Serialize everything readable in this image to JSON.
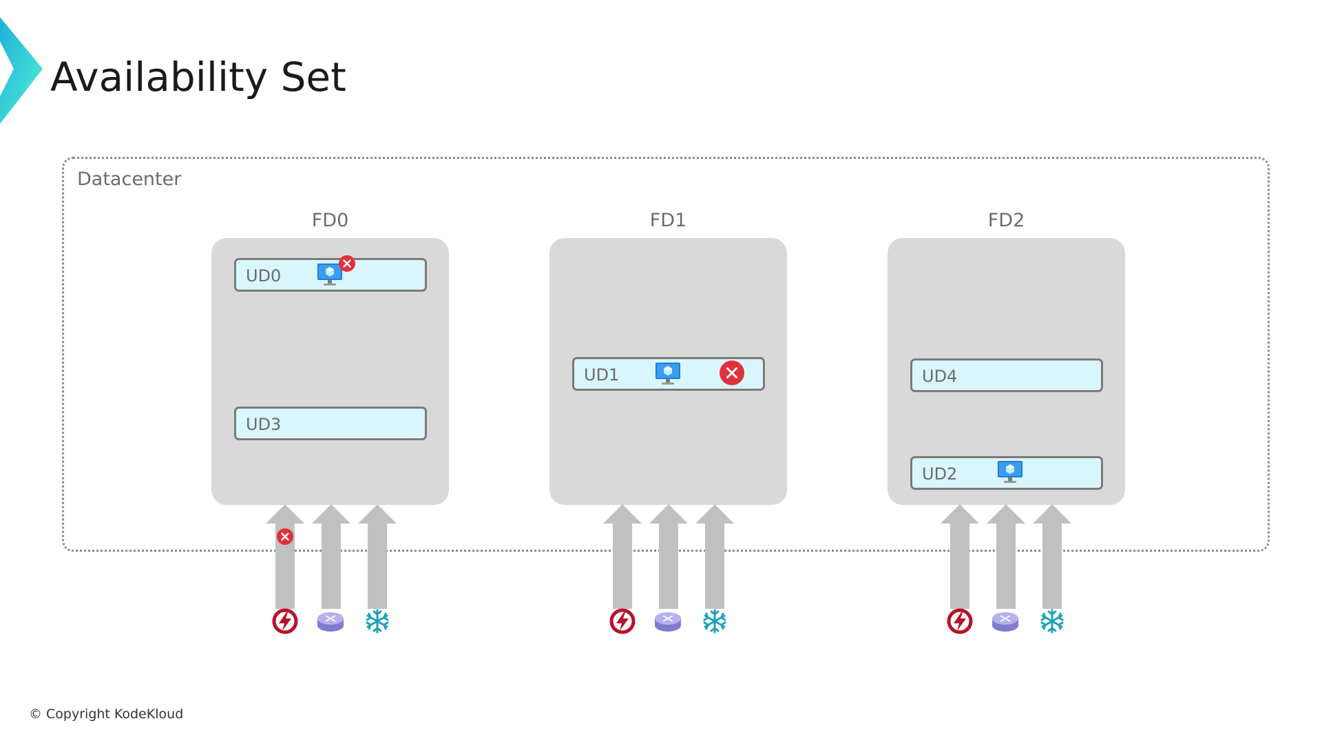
{
  "title": "Availability Set",
  "datacenter_label": "Datacenter",
  "fault_domains": [
    {
      "label": "FD0",
      "update_domains": [
        {
          "label": "UD0",
          "has_vm": true,
          "error": true
        },
        {
          "label": "UD3",
          "has_vm": false,
          "error": false
        }
      ],
      "power_error": true
    },
    {
      "label": "FD1",
      "update_domains": [
        {
          "label": "UD1",
          "has_vm": true,
          "error": true
        }
      ],
      "power_error": false
    },
    {
      "label": "FD2",
      "update_domains": [
        {
          "label": "UD4",
          "has_vm": false,
          "error": false
        },
        {
          "label": "UD2",
          "has_vm": true,
          "error": false
        }
      ],
      "power_error": false
    }
  ],
  "resource_icons": [
    "power-icon",
    "network-router-icon",
    "cooling-icon"
  ],
  "copyright": "© Copyright KodeKloud",
  "colors": {
    "fd_box": "#d9d9d9",
    "ud_fill": "#d8f6fb",
    "ud_border": "#7a7a7a",
    "error_red": "#e0323c",
    "power_red": "#b8112b",
    "router_purple": "#a9a6e8",
    "cooling_teal": "#1aa3b8",
    "arrow_gray": "#c0c0c0",
    "accent_teal": "#2fd6d6"
  }
}
